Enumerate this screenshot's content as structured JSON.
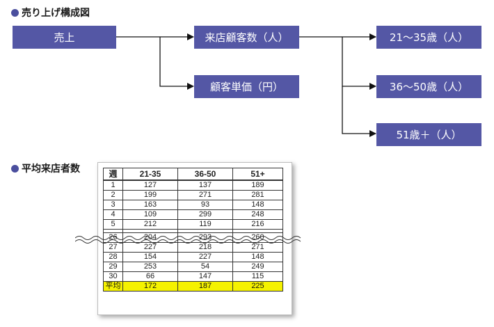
{
  "sections": {
    "diagram_title": "売り上げ構成図",
    "table_title": "平均来店者数"
  },
  "tree": {
    "root": "売上",
    "customers": "来店顧客数（人）",
    "unit_price": "顧客単価（円）",
    "age_21_35": "21～35歳（人）",
    "age_36_50": "36～50歳（人）",
    "age_51": "51歳＋（人）"
  },
  "colors": {
    "box": "#5457a5",
    "highlight": "#f5f200",
    "bullet": "#4b4f9e"
  },
  "table": {
    "headers": [
      "週",
      "21-35",
      "36-50",
      "51+"
    ],
    "rows_top": [
      [
        "1",
        "127",
        "137",
        "189"
      ],
      [
        "2",
        "199",
        "271",
        "281"
      ],
      [
        "3",
        "163",
        "93",
        "148"
      ],
      [
        "4",
        "109",
        "299",
        "248"
      ],
      [
        "5",
        "212",
        "119",
        "216"
      ]
    ],
    "rows_bottom": [
      [
        "26",
        "204",
        "293",
        "260"
      ],
      [
        "27",
        "227",
        "218",
        "271"
      ],
      [
        "28",
        "154",
        "227",
        "148"
      ],
      [
        "29",
        "253",
        "54",
        "249"
      ],
      [
        "30",
        "66",
        "147",
        "115"
      ]
    ],
    "average": [
      "平均",
      "172",
      "187",
      "225"
    ]
  }
}
